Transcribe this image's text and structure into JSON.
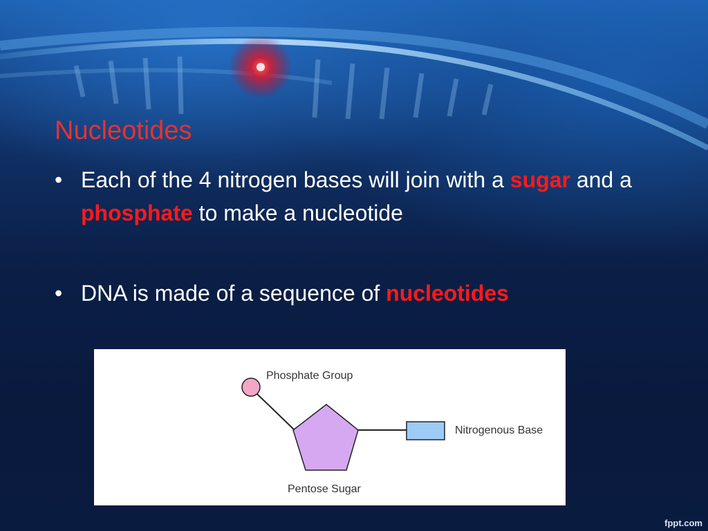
{
  "slide": {
    "title": "Nucleotides",
    "bullets": [
      {
        "bullet_glyph": "•",
        "t1": "Each of the 4 nitrogen bases will join with a ",
        "h1": "sugar",
        "t2": " and a ",
        "h2": "phosphate",
        "t3": " to make a nucleotide"
      },
      {
        "bullet_glyph": "•",
        "t1": "DNA is made of a sequence of ",
        "h1": "nucleotides"
      }
    ],
    "highlight_color": "#ff1a1a",
    "title_color": "#e8322f"
  },
  "diagram": {
    "phosphate_label": "Phosphate Group",
    "sugar_label": "Pentose Sugar",
    "base_label": "Nitrogenous Base",
    "phosphate_color": "#f4a6c7",
    "sugar_color": "#d6a8f2",
    "base_color": "#9ccbf5"
  },
  "footer": {
    "watermark": "fppt.com"
  }
}
